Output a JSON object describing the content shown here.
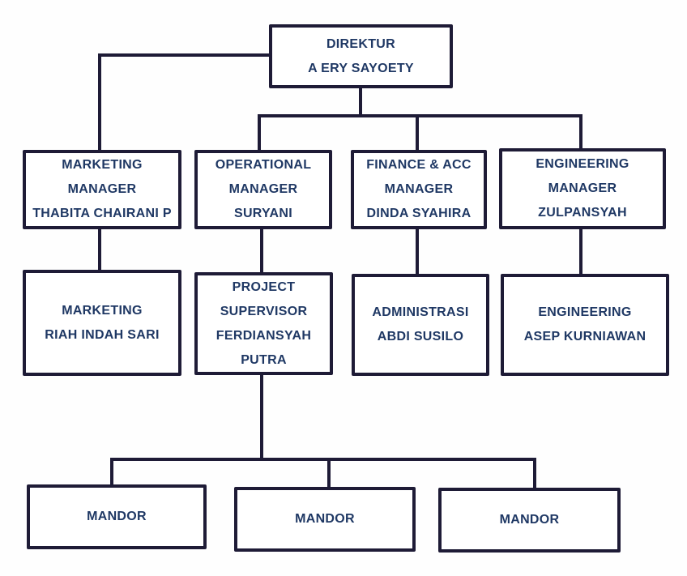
{
  "colors": {
    "line": "#1e1b36",
    "text": "#1f3864",
    "background": "#fefefe"
  },
  "org": {
    "nodes": [
      {
        "id": "direktur",
        "lines": [
          "DIREKTUR",
          "A ERY SAYOETY"
        ]
      },
      {
        "id": "marketing-manager",
        "lines": [
          "MARKETING",
          "MANAGER",
          "THABITA CHAIRANI P"
        ]
      },
      {
        "id": "operational-manager",
        "lines": [
          "OPERATIONAL",
          "MANAGER",
          "SURYANI"
        ]
      },
      {
        "id": "finance-acc-manager",
        "lines": [
          "FINANCE & ACC",
          "MANAGER",
          "DINDA SYAHIRA"
        ]
      },
      {
        "id": "engineering-manager",
        "lines": [
          "ENGINEERING",
          "MANAGER",
          "ZULPANSYAH"
        ]
      },
      {
        "id": "marketing-staff",
        "lines": [
          "MARKETING",
          "RIAH INDAH SARI"
        ]
      },
      {
        "id": "project-supervisor",
        "lines": [
          "PROJECT",
          "SUPERVISOR",
          "FERDIANSYAH",
          "PUTRA"
        ]
      },
      {
        "id": "administrasi",
        "lines": [
          "ADMINISTRASI",
          "ABDI SUSILO"
        ]
      },
      {
        "id": "engineering-staff",
        "lines": [
          "ENGINEERING",
          "ASEP KURNIAWAN"
        ]
      },
      {
        "id": "mandor-1",
        "lines": [
          "MANDOR"
        ]
      },
      {
        "id": "mandor-2",
        "lines": [
          "MANDOR"
        ]
      },
      {
        "id": "mandor-3",
        "lines": [
          "MANDOR"
        ]
      }
    ]
  }
}
